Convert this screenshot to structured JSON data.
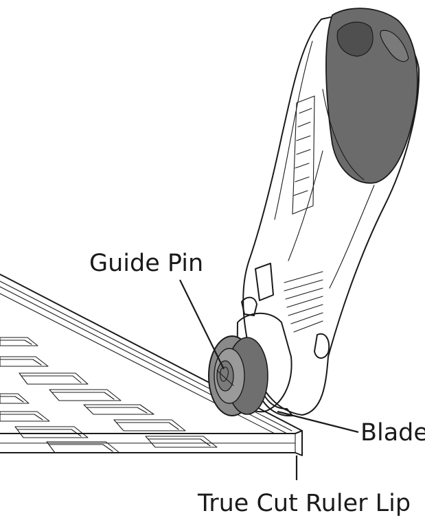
{
  "labels": {
    "guide_pin": "Guide Pin",
    "blade": "Blade",
    "ruler_lip": "True Cut Ruler Lip"
  },
  "colors": {
    "line": "#1a1a1a",
    "handle_grip": "#6b6b6b",
    "handle_grip_dark": "#4f4f4f",
    "body_white": "#ffffff",
    "wheel_gray": "#8a8a8a"
  },
  "icons": {
    "illustration": "rotary-cutter-on-ruler"
  }
}
